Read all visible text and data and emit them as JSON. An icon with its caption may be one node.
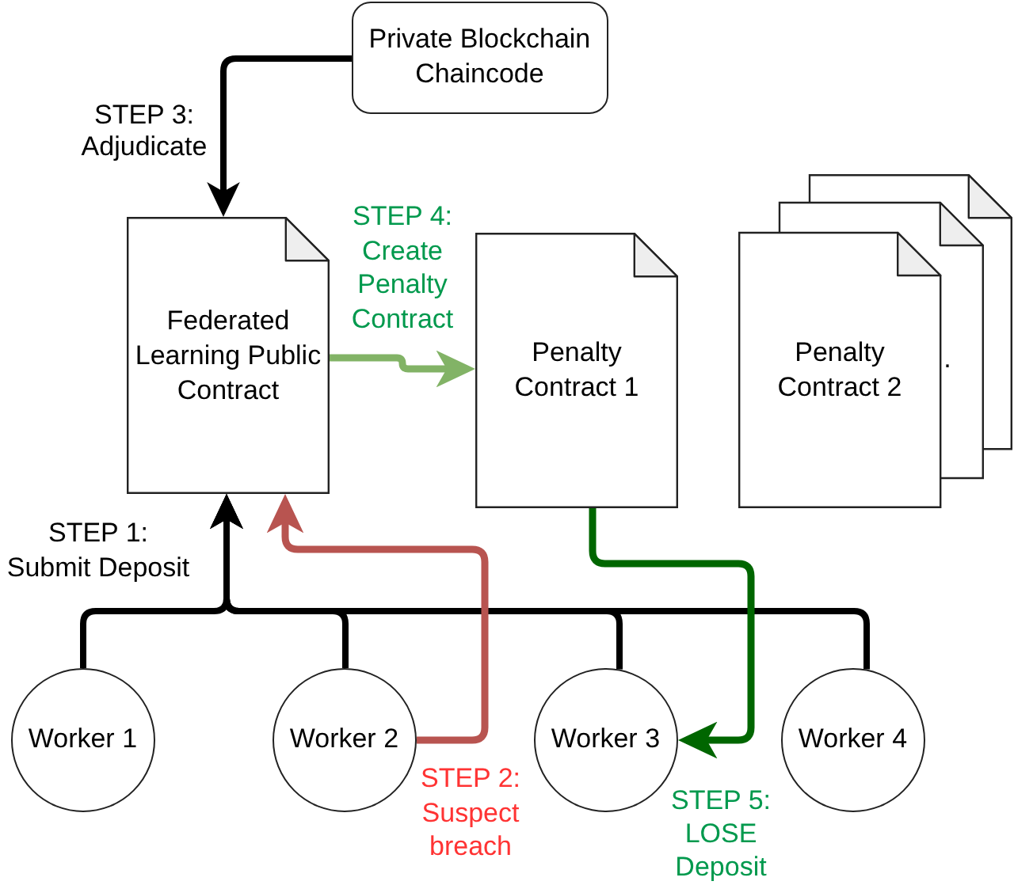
{
  "diagram": {
    "nodes": [
      {
        "text": [
          "Private Blockchain Chaincode"
        ]
      },
      {
        "text": [
          "Federated Learning Public Contract"
        ]
      },
      {
        "text": [
          "Penalty Contract 1"
        ]
      },
      {
        "text": [
          "Penalty Contract 2",
          "."
        ]
      },
      {
        "text": [
          "Worker 1"
        ]
      },
      {
        "text": [
          "Worker 2"
        ]
      },
      {
        "text": [
          "Worker 3"
        ]
      },
      {
        "text": [
          "Worker 4"
        ]
      }
    ],
    "edges": [
      {
        "from": 4,
        "to": 1,
        "arrow": "to",
        "label": "STEP 1: Submit Deposit"
      },
      {
        "from": 5,
        "to": 1,
        "arrow": "to"
      },
      {
        "from": 6,
        "to": 1,
        "arrow": "to"
      },
      {
        "from": 7,
        "to": 1,
        "arrow": "to"
      },
      {
        "from": 5,
        "to": 1,
        "arrow": "to",
        "label": "STEP 2: Suspect breach",
        "color": "#b85450"
      },
      {
        "from": 0,
        "to": 1,
        "arrow": "to",
        "label": "STEP 3: Adjudicate"
      },
      {
        "from": 1,
        "to": 2,
        "arrow": "to",
        "label": "STEP 4: Create Penalty Contract",
        "color": "#82b366"
      },
      {
        "from": 2,
        "to": 6,
        "arrow": "to",
        "label": "STEP 5: LOSE Deposit",
        "color": "#006600"
      }
    ]
  }
}
